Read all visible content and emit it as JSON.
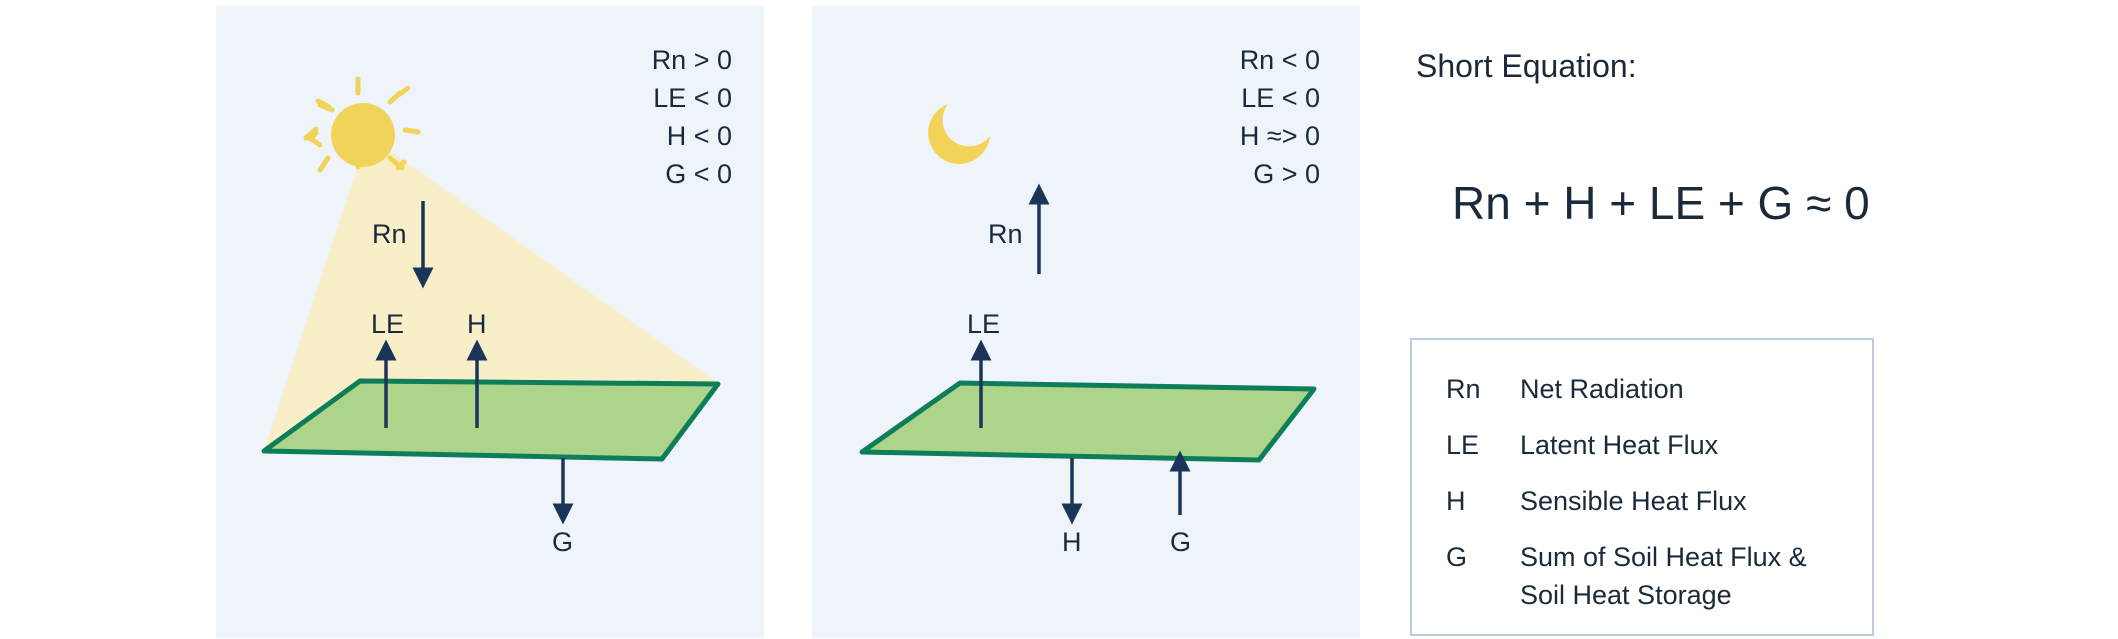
{
  "day": {
    "conditions": [
      "Rn > 0",
      "LE < 0",
      "H < 0",
      "G < 0"
    ],
    "labels": {
      "rn": "Rn",
      "le": "LE",
      "h": "H",
      "g": "G"
    },
    "colors": {
      "sun": "#f2d35a",
      "light_beam": "#f8efc8",
      "surface_fill": "#acd48b",
      "surface_edge": "#0e7d5a",
      "arrow": "#1b3558"
    }
  },
  "night": {
    "conditions": [
      "Rn < 0",
      "LE < 0",
      "H ≈> 0",
      "G > 0"
    ],
    "labels": {
      "rn": "Rn",
      "le": "LE",
      "h": "H",
      "g": "G"
    },
    "colors": {
      "moon": "#f2d35a"
    }
  },
  "equation": {
    "title": "Short Equation:",
    "formula": "Rn + H + LE + G ≈ 0"
  },
  "legend": {
    "items": [
      {
        "symbol": "Rn",
        "description": "Net Radiation"
      },
      {
        "symbol": "LE",
        "description": "Latent Heat Flux"
      },
      {
        "symbol": "H",
        "description": "Sensible Heat Flux"
      },
      {
        "symbol": "G",
        "description": "Sum of Soil Heat Flux & Soil Heat Storage"
      }
    ]
  }
}
